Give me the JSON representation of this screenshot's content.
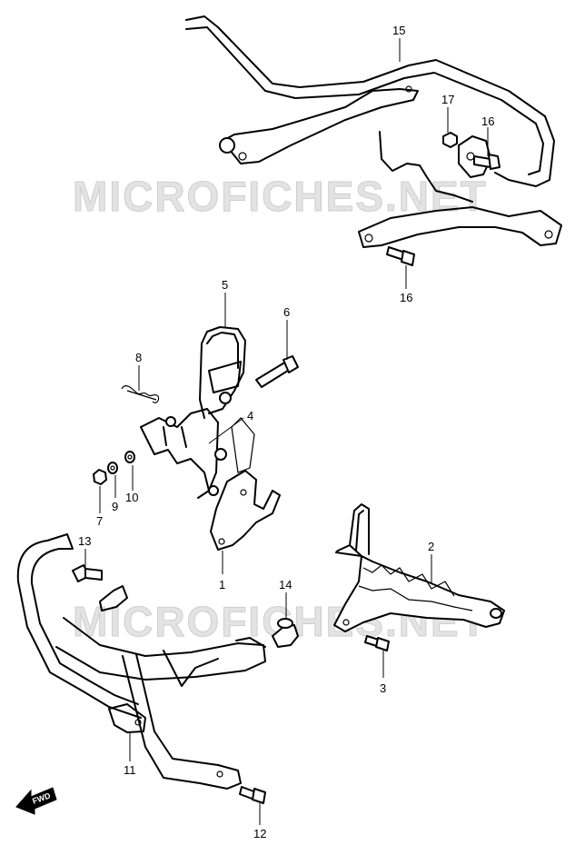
{
  "watermark": "MICROFICHES.NET",
  "fwd_label": "FWD",
  "callouts": {
    "p1": "1",
    "p2": "2",
    "p3": "3",
    "p4": "4",
    "p5": "5",
    "p6": "6",
    "p7": "7",
    "p8": "8",
    "p9": "9",
    "p10": "10",
    "p11": "11",
    "p12": "12",
    "p13": "13",
    "p14": "14",
    "p15": "15",
    "p16a": "16",
    "p16b": "16",
    "p17": "17"
  }
}
